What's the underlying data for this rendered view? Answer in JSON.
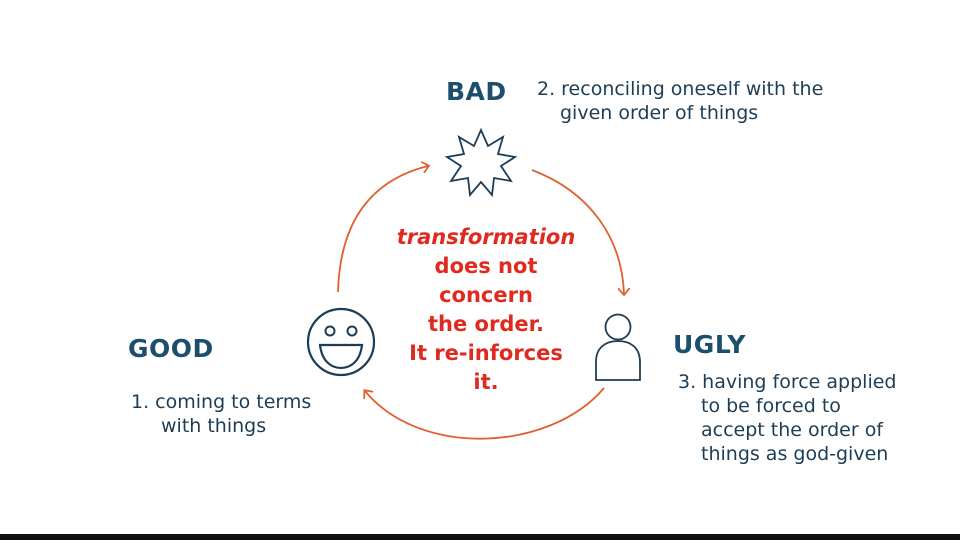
{
  "nodes": {
    "bad": {
      "label": "BAD",
      "lines": [
        "2. reconciling oneself with the",
        "given order of things"
      ]
    },
    "good": {
      "label": "GOOD",
      "lines": [
        "1. coming to terms",
        "with things"
      ]
    },
    "ugly": {
      "label": "UGLY",
      "lines": [
        "3. having force applied",
        "to be forced  to",
        "accept the order of",
        "things as god-given"
      ]
    }
  },
  "center": {
    "lines": [
      "transformation",
      "does not",
      "concern",
      "the order.",
      "It re-inforces",
      "it."
    ]
  },
  "colors": {
    "arrow": "#e0602f",
    "label": "#1c4f6e",
    "center_text": "#e02a1f",
    "icon": "#1c3d55"
  },
  "icons": {
    "bad": "starburst-icon",
    "good": "smiley-icon",
    "ugly": "person-icon"
  }
}
